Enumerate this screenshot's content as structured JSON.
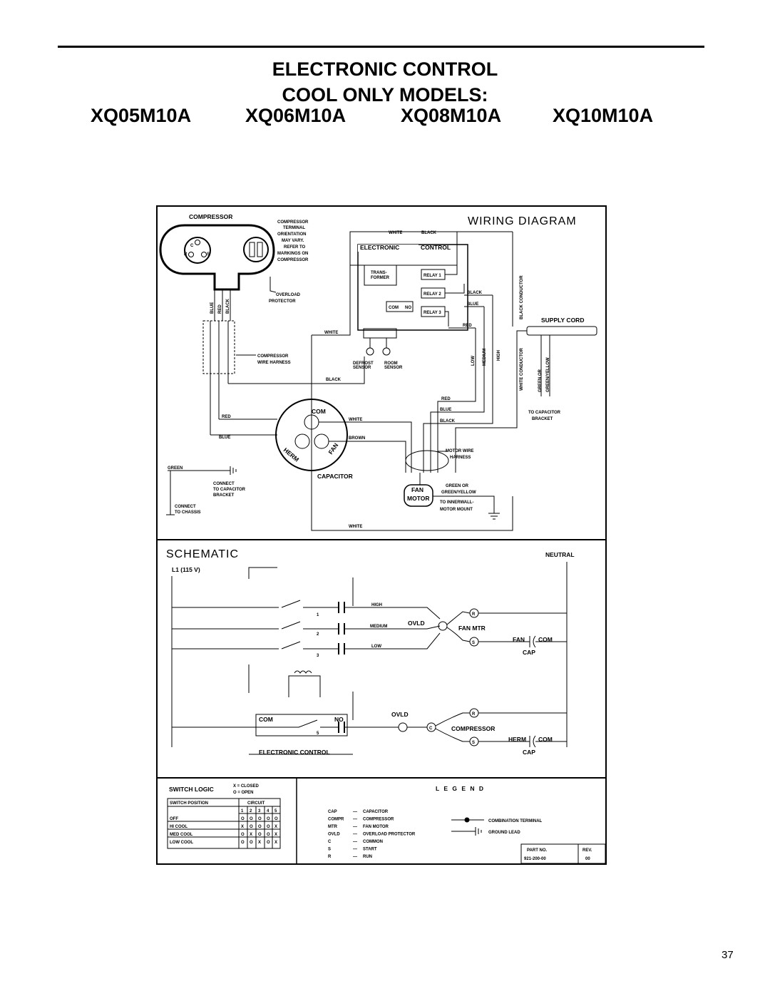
{
  "header": {
    "line1": "ELECTRONIC CONTROL",
    "line2": "COOL ONLY MODELS:",
    "models": [
      "XQ05M10A",
      "XQ06M10A",
      "XQ08M10A",
      "XQ10M10A"
    ]
  },
  "wiring": {
    "title": "WIRING DIAGRAM",
    "compressor": "COMPRESSOR",
    "terminals": [
      "C",
      "R",
      "S"
    ],
    "orientation_note": [
      "COMPRESSOR",
      "TERMINAL",
      "ORIENTATION",
      "MAY VARY.",
      "REFER TO",
      "MARKINGS ON",
      "COMPRESSOR"
    ],
    "overload": [
      "OVERLOAD",
      "PROTECTOR"
    ],
    "harness_wires": [
      "BLUE",
      "RED",
      "BLACK"
    ],
    "compressor_harness": [
      "COMPRESSOR",
      "WIRE HARNESS"
    ],
    "white": "WHITE",
    "black": "BLACK",
    "blue": "BLUE",
    "red": "RED",
    "brown": "BROWN",
    "green": "GREEN",
    "electronic": "ELECTRONIC",
    "control": "CONTROL",
    "transformer": [
      "TRANS-",
      "FORMER"
    ],
    "relays": [
      "RELAY 1",
      "RELAY 2",
      "RELAY 3"
    ],
    "com": "COM",
    "no": "NO",
    "sensors": [
      [
        "DEFROST",
        "SENSOR"
      ],
      [
        "ROOM",
        "SENSOR"
      ]
    ],
    "speeds": [
      "LOW",
      "MEDIUM",
      "HIGH"
    ],
    "black_conductor": "BLACK CONDUCTOR",
    "white_conductor": "WHITE CONDUCTOR",
    "green_yellow": [
      "GREEN OR",
      "GREEN/YELLOW"
    ],
    "supply_cord": "SUPPLY CORD",
    "to_cap_bracket": [
      "TO CAPACITOR",
      "BRACKET"
    ],
    "cap_labels": [
      "COM",
      "HERM",
      "FAN"
    ],
    "capacitor": "CAPACITOR",
    "motor_wire": [
      "MOTOR WIRE",
      "HARNESS"
    ],
    "fan_motor": [
      "FAN",
      "MOTOR"
    ],
    "green_or": [
      "GREEN OR",
      "GREEN/YELLOW"
    ],
    "innerwall": [
      "TO INNERWALL-",
      "MOTOR MOUNT"
    ],
    "connect_cap": [
      "CONNECT",
      "TO CAPACITOR",
      "BRACKET"
    ],
    "connect_chassis": [
      "CONNECT",
      "TO CHASSIS"
    ]
  },
  "schematic": {
    "title": "SCHEMATIC",
    "l1": "L1 (115 V)",
    "neutral": "NEUTRAL",
    "switch_nums": [
      "1",
      "2",
      "3",
      "5"
    ],
    "speeds": [
      "HIGH",
      "MEDIUM",
      "LOW"
    ],
    "ovld": "OVLD",
    "fan_mtr": "FAN MTR",
    "fan": "FAN",
    "com": "COM",
    "cap": "CAP",
    "herm": "HERM",
    "no": "NO",
    "compressor": "COMPRESSOR",
    "electronic_control": "ELECTRONIC CONTROL",
    "r": "R",
    "s": "S",
    "c": "C"
  },
  "switch_logic": {
    "title": "SWITCH LOGIC",
    "key": [
      "X = CLOSED",
      "O = OPEN"
    ],
    "col_position": "SWITCH POSITION",
    "col_circuit": "CIRCUIT",
    "circuits": [
      "1",
      "2",
      "3",
      "4",
      "5"
    ],
    "rows": [
      {
        "name": "OFF",
        "vals": [
          "O",
          "O",
          "O",
          "O",
          "O"
        ]
      },
      {
        "name": "HI COOL",
        "vals": [
          "X",
          "O",
          "O",
          "O",
          "X"
        ]
      },
      {
        "name": "MED COOL",
        "vals": [
          "O",
          "X",
          "O",
          "O",
          "X"
        ]
      },
      {
        "name": "LOW COOL",
        "vals": [
          "O",
          "O",
          "X",
          "O",
          "X"
        ]
      }
    ]
  },
  "legend": {
    "title": "L E G E N D",
    "abbrevs": [
      {
        "k": "CAP",
        "v": "CAPACITOR"
      },
      {
        "k": "COMPR",
        "v": "COMPRESSOR"
      },
      {
        "k": "MTR",
        "v": "FAN MOTOR"
      },
      {
        "k": "OVLD",
        "v": "OVERLOAD PROTECTOR"
      },
      {
        "k": "C",
        "v": "COMMON"
      },
      {
        "k": "S",
        "v": "START"
      },
      {
        "k": "R",
        "v": "RUN"
      }
    ],
    "symbols": [
      "COMBINATION TERMINAL",
      "GROUND LEAD"
    ],
    "part_no_label": "PART NO.",
    "part_no": "921-200-00",
    "rev_label": "REV.",
    "rev": "00"
  },
  "page_number": "37"
}
